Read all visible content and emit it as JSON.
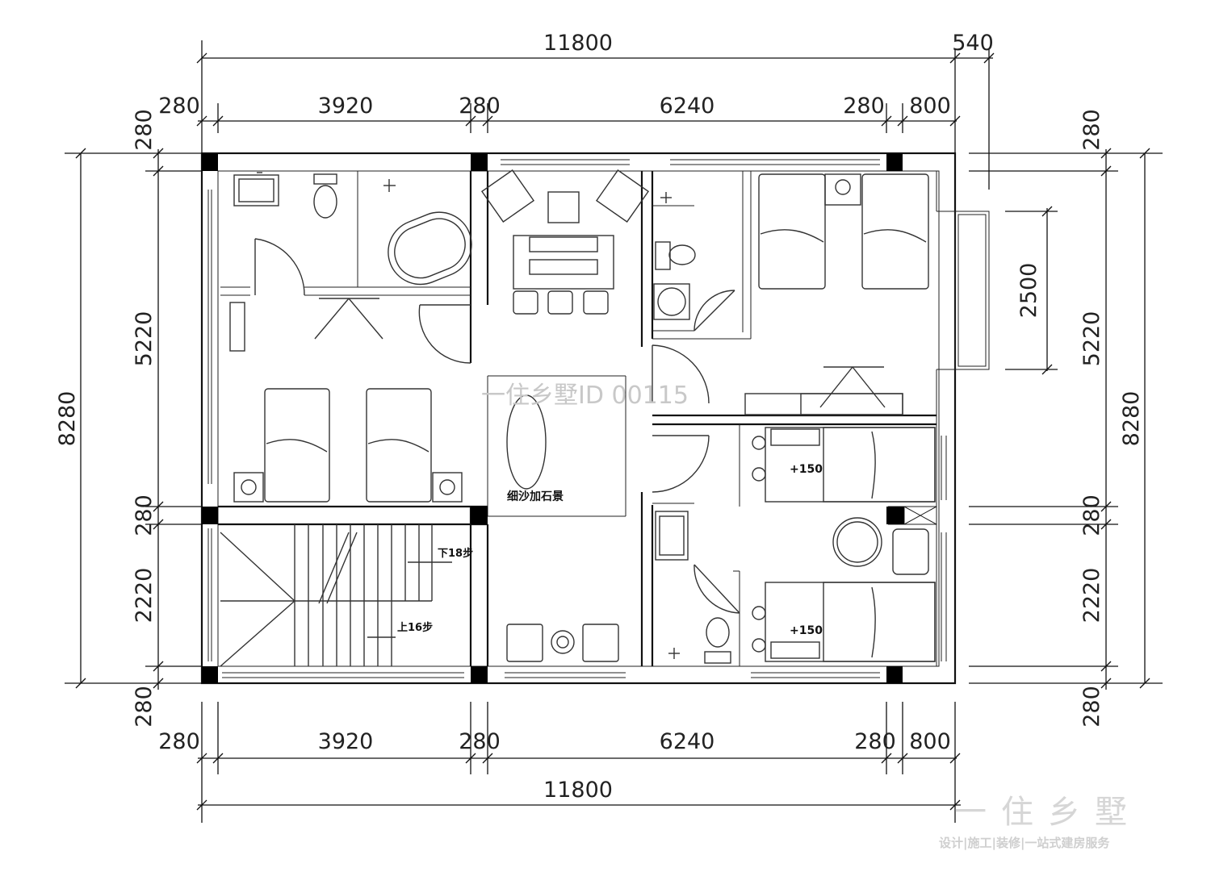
{
  "dimensions": {
    "top_total": "11800",
    "top_extra": "540",
    "top_segments": [
      "280",
      "3920",
      "280",
      "6240",
      "280",
      "800"
    ],
    "bottom_segments": [
      "280",
      "3920",
      "280",
      "6240",
      "280",
      "800"
    ],
    "bottom_total": "11800",
    "left_total": "8280",
    "left_segments": [
      "280",
      "5220",
      "280",
      "2220",
      "280"
    ],
    "right_total": "8280",
    "right_segments": [
      "280",
      "5220",
      "280",
      "2220",
      "280"
    ],
    "window_bay": "2500"
  },
  "labels": {
    "landscape": "细沙加石景",
    "stairs_down": "下18步",
    "stairs_up": "上16步",
    "bed_raise_1": "+150",
    "bed_raise_2": "+150"
  },
  "watermark": "一住乡墅ID 00115",
  "brand": {
    "name": "一住乡墅",
    "tagline": "设计|施工|装修|一站式建房服务"
  }
}
